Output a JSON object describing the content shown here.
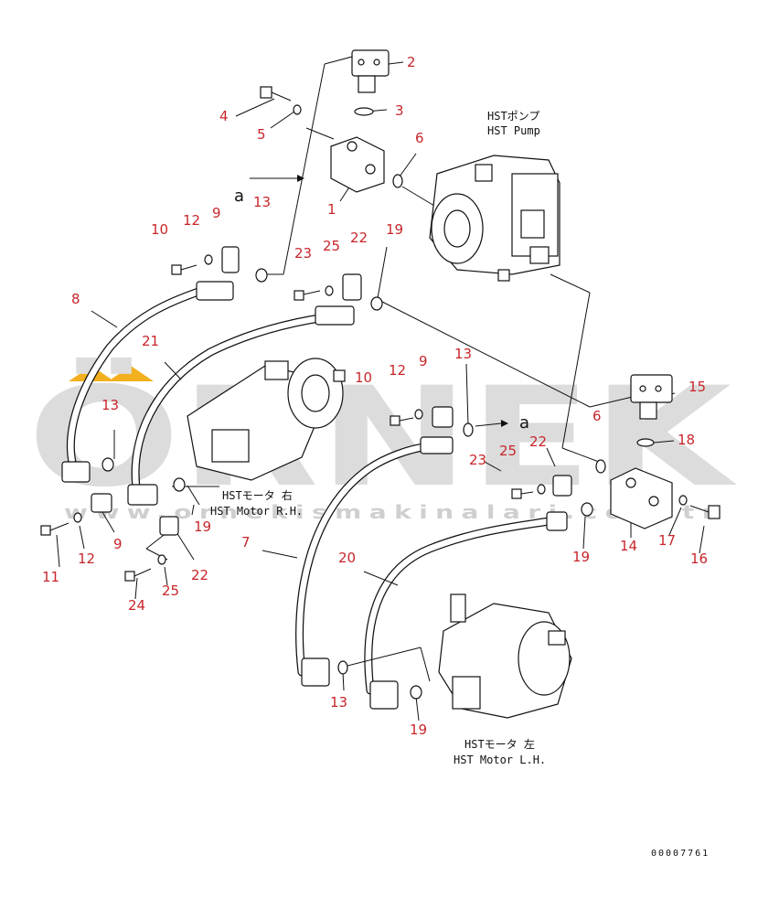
{
  "watermark": {
    "text": "ÖRNEK",
    "url_text": "www.ornekismakinalari.com.tr",
    "accent_color": "#f2b01e",
    "gray": "#dcdcdc"
  },
  "labels": {
    "pump": [
      "HSTポンプ",
      "HST Pump"
    ],
    "motor_rh": [
      "HSTモータ 右",
      "HST Motor R.H."
    ],
    "motor_lh": [
      "HSTモータ 左",
      "HST Motor L.H."
    ],
    "marker_a": "a",
    "drawing_code": "00007761"
  },
  "part_numbers": [
    "2",
    "3",
    "4",
    "5",
    "6",
    "1",
    "13",
    "10",
    "12",
    "9",
    "23",
    "25",
    "22",
    "19",
    "8",
    "21",
    "13",
    "10",
    "12",
    "9",
    "13",
    "15",
    "6",
    "18",
    "23",
    "25",
    "22",
    "19",
    "14",
    "17",
    "16",
    "7",
    "20",
    "13",
    "19",
    "11",
    "12",
    "9",
    "24",
    "25",
    "22",
    "19"
  ],
  "colors": {
    "callout": "#c8262b",
    "line": "#111111"
  }
}
